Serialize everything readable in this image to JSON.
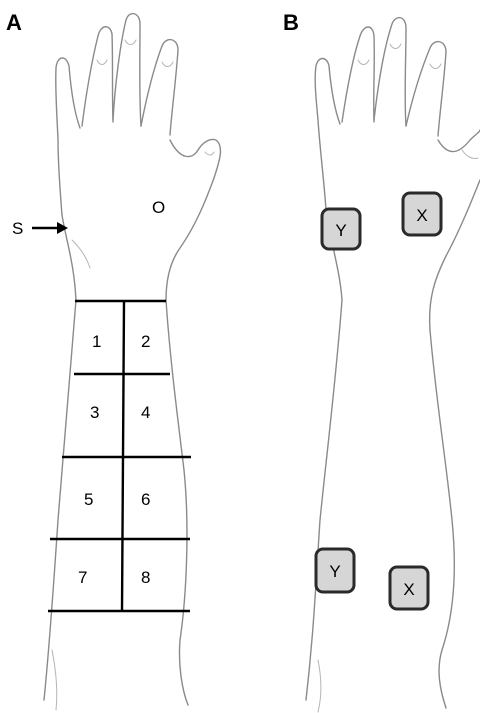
{
  "panels": {
    "a": {
      "letter": "A",
      "arrow_label": "S",
      "hand_label": "O",
      "grid_cells": [
        "1",
        "2",
        "3",
        "4",
        "5",
        "6",
        "7",
        "8"
      ]
    },
    "b": {
      "letter": "B",
      "electrodes": [
        "Y",
        "X",
        "Y",
        "X"
      ]
    }
  },
  "colors": {
    "sketch": "#8a8a8a",
    "grid": "#000000",
    "electrode_fill": "#d6d6d6",
    "electrode_border": "#2a2a2a"
  }
}
